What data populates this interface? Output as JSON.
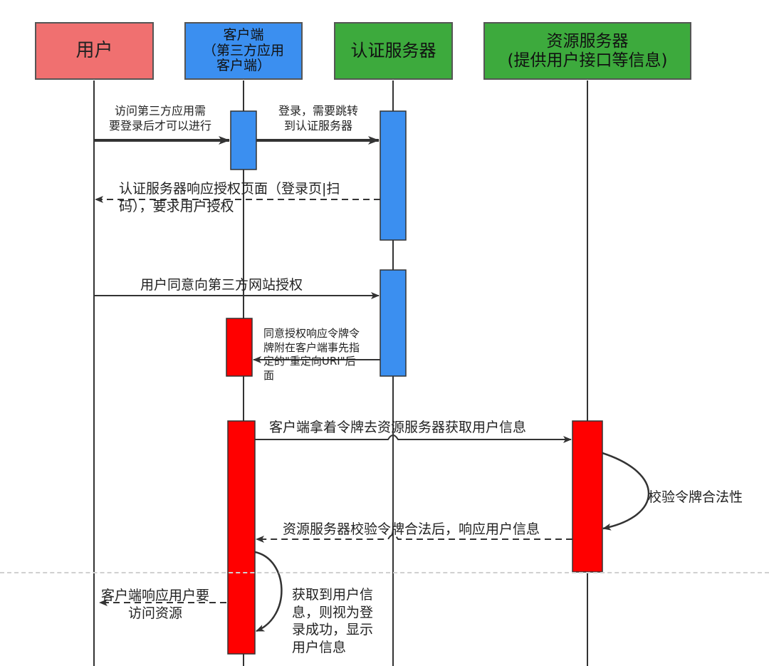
{
  "participants": [
    {
      "id": "user",
      "label": "用户",
      "color": "#f07070"
    },
    {
      "id": "client",
      "label": "客户端\n（第三方应用\n客户端）",
      "color": "#3b8ff0"
    },
    {
      "id": "auth",
      "label": "认证服务器",
      "color": "#3daa3d"
    },
    {
      "id": "resource",
      "label": "资源服务器\n(提供用户接口等信息)",
      "color": "#3daa3d"
    }
  ],
  "messages": {
    "m1": "访问第三方应用需\n要登录后才可以进行",
    "m2": "登录，需要跳转\n到认证服务器",
    "m3": "认证服务器响应授权页面（登录页|扫\n码），要求用户授权",
    "m4": "用户同意向第三方网站授权",
    "m5": "同意授权响应令牌令\n牌附在客户端事先指\n定的\"重定向URI\"后\n面",
    "m6": "客户端拿着令牌去资源服务器获取用户信息",
    "m7": "校验令牌合法性",
    "m8": "资源服务器校验令牌合法后，响应用户信息",
    "m9": "获取到用户信\n息，则视为登\n录成功，显示\n用户信息",
    "m10": "客户端响应用户要\n访问资源"
  },
  "colors": {
    "blue_activation": "#3b8ff0",
    "red_activation": "#ff0000",
    "line": "#333333"
  }
}
